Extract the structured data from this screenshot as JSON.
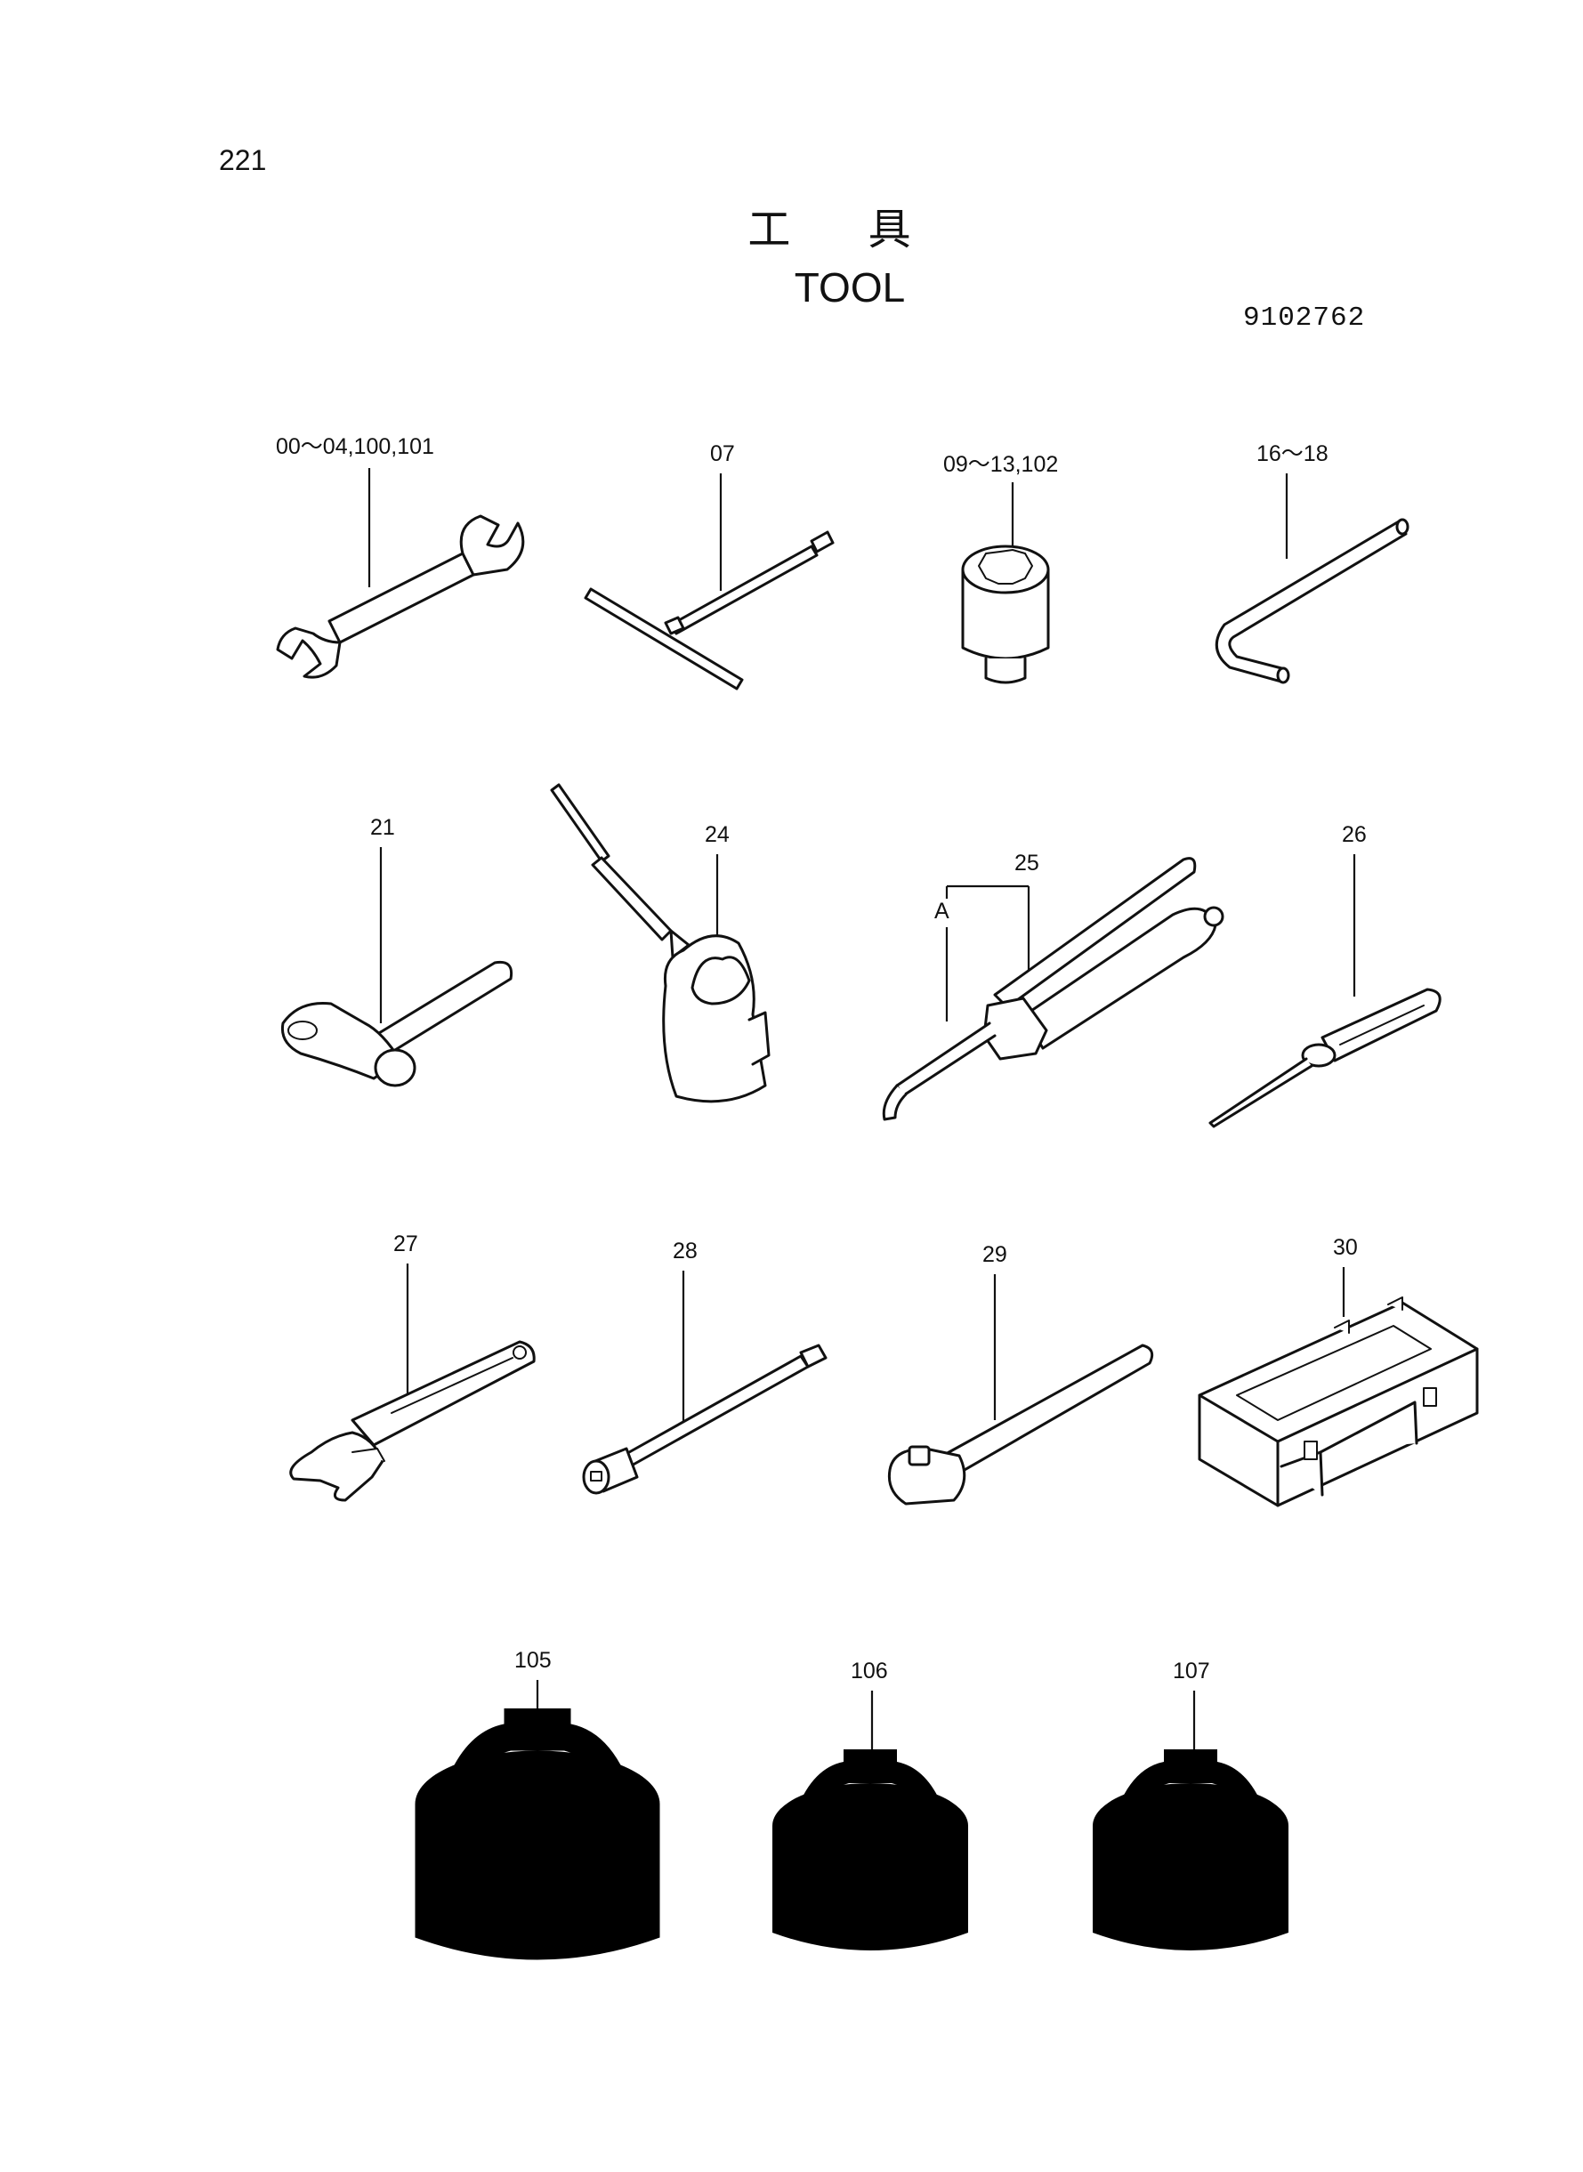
{
  "header": {
    "page_number": "221",
    "title_jp": "工 具",
    "title_en": "TOOL",
    "doc_number": "9102762"
  },
  "tools": [
    {
      "id": "spanner",
      "label": "00～04,100,101",
      "icon": "open-end-wrench-icon"
    },
    {
      "id": "t-handle",
      "label": "07",
      "icon": "t-handle-wrench-icon"
    },
    {
      "id": "socket",
      "label": "09～13,102",
      "icon": "socket-icon"
    },
    {
      "id": "hex-key",
      "label": "16～18",
      "icon": "hex-key-icon"
    },
    {
      "id": "hammer",
      "label": "21",
      "icon": "hammer-icon"
    },
    {
      "id": "oil-can",
      "label": "24",
      "icon": "oil-can-icon"
    },
    {
      "id": "grease-gun",
      "label": "25",
      "sub_label": "A",
      "icon": "grease-gun-icon"
    },
    {
      "id": "screwdriver",
      "label": "26",
      "icon": "screwdriver-icon"
    },
    {
      "id": "adjustable-wrench",
      "label": "27",
      "icon": "adjustable-wrench-icon"
    },
    {
      "id": "extension-bar",
      "label": "28",
      "icon": "extension-bar-icon"
    },
    {
      "id": "ratchet",
      "label": "29",
      "icon": "ratchet-handle-icon"
    },
    {
      "id": "tool-box",
      "label": "30",
      "icon": "tool-box-icon"
    },
    {
      "id": "filter-wrench-105",
      "label": "105",
      "icon": "filter-wrench-icon"
    },
    {
      "id": "filter-wrench-106",
      "label": "106",
      "icon": "filter-wrench-icon"
    },
    {
      "id": "filter-wrench-107",
      "label": "107",
      "icon": "filter-wrench-icon"
    }
  ]
}
